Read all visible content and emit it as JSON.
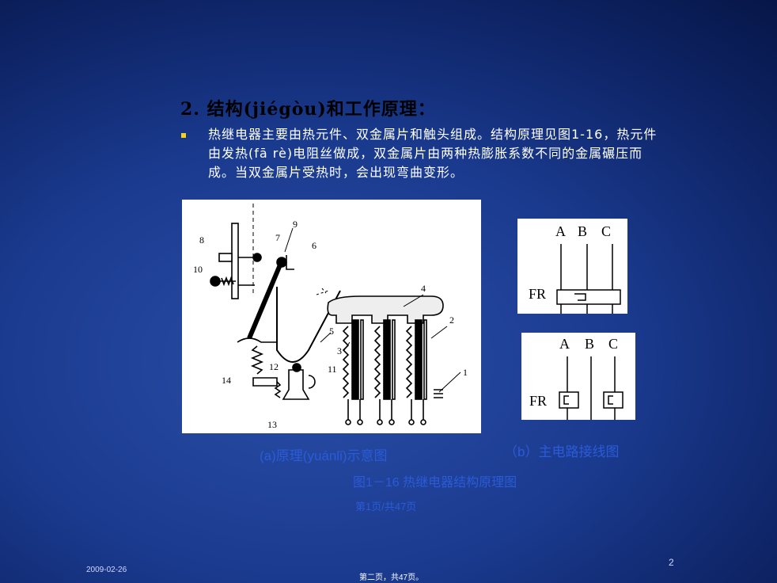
{
  "slide": {
    "heading": "2. 结构(jiégòu)和工作原理：",
    "paragraph": "热继电器主要由热元件、双金属片和触头组成。结构原理见图1-16，热元件由发热(fā rè)电阻丝做成，双金属片由两种热膨胀系数不同的金属碾压而成。当双金属片受热时，会出现弯曲变形。",
    "bullet_color": "#f2d21b"
  },
  "figure_a": {
    "labels": [
      "1",
      "2",
      "3",
      "4",
      "5",
      "6",
      "7",
      "8",
      "9",
      "10",
      "11",
      "12",
      "13",
      "14"
    ],
    "caption": "(a)原理(yuánlǐ)示意图"
  },
  "figure_b": {
    "phases": [
      "A",
      "B",
      "C"
    ],
    "fr_label": "FR",
    "caption": "（b）主电路接线图"
  },
  "figure_title": "图1－16  热继电器结构原理图",
  "page_caption": "第1页/共47页",
  "footer": {
    "date": "2009-02-26",
    "slide_number": "2",
    "page": "第二页，共47页。"
  }
}
